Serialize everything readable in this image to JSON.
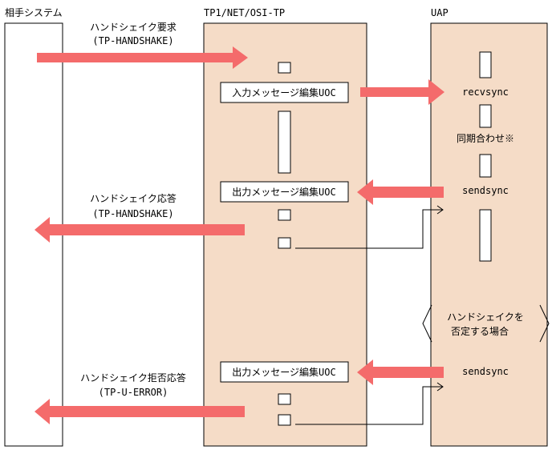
{
  "lanes": {
    "left": "相手システム",
    "middle": "TP1/NET/OSI-TP",
    "right": "UAP"
  },
  "messages": {
    "handshake_request": "ハンドシェイク要求",
    "handshake_request_code": "(TP-HANDSHAKE)",
    "handshake_response": "ハンドシェイク応答",
    "handshake_response_code": "(TP-HANDSHAKE)",
    "handshake_reject": "ハンドシェイク拒否応答",
    "handshake_reject_code": "(TP-U-ERROR)"
  },
  "boxes": {
    "input_uoc": "入力メッセージ編集UOC",
    "output_uoc_1": "出力メッセージ編集UOC",
    "output_uoc_2": "出力メッセージ編集UOC"
  },
  "uap": {
    "recvsync": "recvsync",
    "sync": "同期合わせ※",
    "sendsync_1": "sendsync",
    "sendsync_2": "sendsync"
  },
  "note": {
    "line1": "ハンドシェイクを",
    "line2": "否定する場合"
  },
  "colors": {
    "lane_fill": "#f5dcc7",
    "arrow": "#f46b6b",
    "stroke": "#000000"
  }
}
